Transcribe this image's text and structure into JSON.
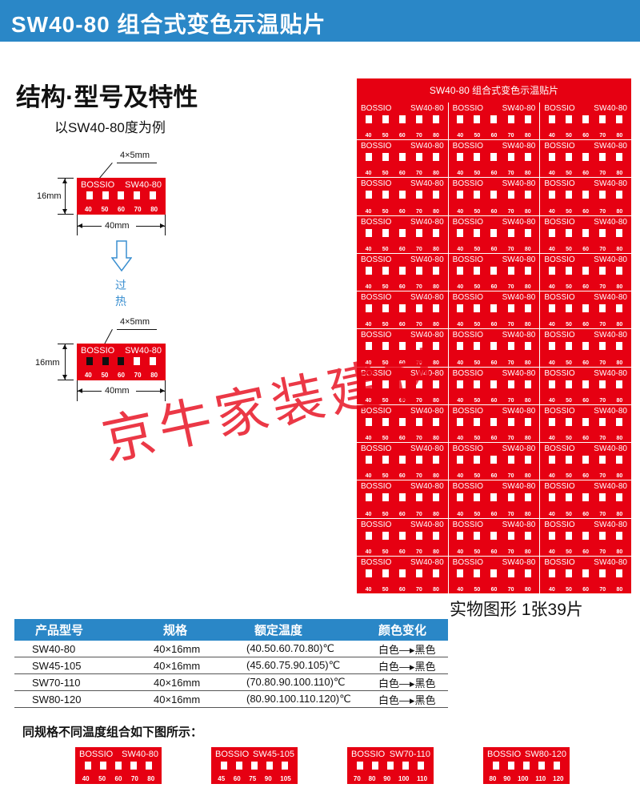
{
  "header": {
    "title": "SW40-80 组合式变色示温贴片"
  },
  "section": {
    "title": "结构·型号及特性",
    "subtitle": "以SW40-80度为例"
  },
  "diagram": {
    "cell_size": "4×5mm",
    "height": "16mm",
    "width": "40mm",
    "heat_char1": "过",
    "heat_char2": "热",
    "label": {
      "brand": "BOSSIO",
      "model": "SW40-80",
      "temps": [
        "40",
        "50",
        "60",
        "70",
        "80"
      ]
    },
    "heated_state": {
      "blackened_count": 3
    },
    "colors": {
      "label_red": "#e60012",
      "arrow_blue": "#3a8fd0"
    }
  },
  "sheet": {
    "title": "SW40-80 组合式变色示温贴片",
    "brand": "BOSSIO",
    "model": "SW40-80",
    "temps": [
      "40",
      "50",
      "60",
      "70",
      "80"
    ],
    "rows": 13,
    "cols": 3
  },
  "caption": "实物图形  1张39片",
  "spec_table": {
    "headers": [
      "产品型号",
      "规格",
      "额定温度",
      "颜色变化"
    ],
    "rows": [
      [
        "SW40-80",
        "40×16mm",
        "(40.50.60.70.80)℃",
        "白色—▸黑色"
      ],
      [
        "SW45-105",
        "40×16mm",
        "(45.60.75.90.105)℃",
        "白色—▸黑色"
      ],
      [
        "SW70-110",
        "40×16mm",
        "(70.80.90.100.110)℃",
        "白色—▸黑色"
      ],
      [
        "SW80-120",
        "40×16mm",
        "(80.90.100.110.120)℃",
        "白色—▸黑色"
      ]
    ]
  },
  "combo_title": "同规格不同温度组合如下图所示：",
  "combos": [
    {
      "brand": "BOSSIO",
      "model": "SW40-80",
      "temps": [
        "40",
        "50",
        "60",
        "70",
        "80"
      ]
    },
    {
      "brand": "BOSSIO",
      "model": "SW45-105",
      "temps": [
        "45",
        "60",
        "75",
        "90",
        "105"
      ]
    },
    {
      "brand": "BOSSIO",
      "model": "SW70-110",
      "temps": [
        "70",
        "80",
        "90",
        "100",
        "110"
      ]
    },
    {
      "brand": "BOSSIO",
      "model": "SW80-120",
      "temps": [
        "80",
        "90",
        "100",
        "110",
        "120"
      ]
    }
  ],
  "watermark": "京牛家装建材"
}
